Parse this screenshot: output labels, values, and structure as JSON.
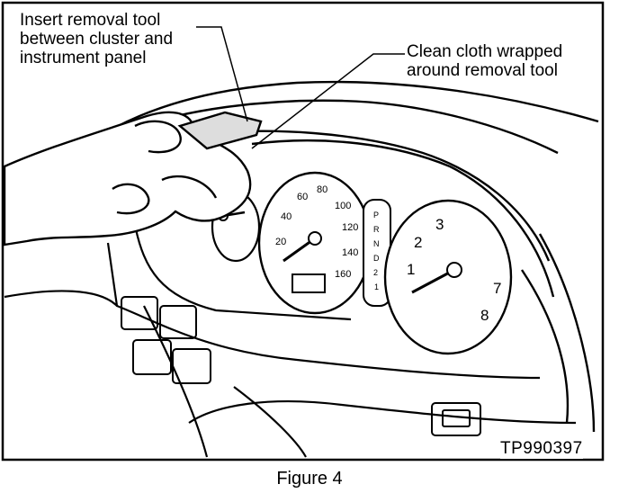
{
  "figure": {
    "callouts": [
      "Insert removal tool\nbetween cluster and\ninstrument panel",
      "Clean cloth wrapped\naround removal tool"
    ],
    "reference_code": "TP990397",
    "caption": "Figure 4"
  },
  "speedometer": {
    "ticks": [
      "20",
      "40",
      "60",
      "80",
      "100",
      "120",
      "140",
      "160"
    ]
  },
  "tachometer": {
    "ticks": [
      "1",
      "2",
      "3",
      "7",
      "8"
    ]
  },
  "gear_indicator": {
    "letters": [
      "P",
      "R",
      "N",
      "D",
      "2",
      "1"
    ]
  }
}
